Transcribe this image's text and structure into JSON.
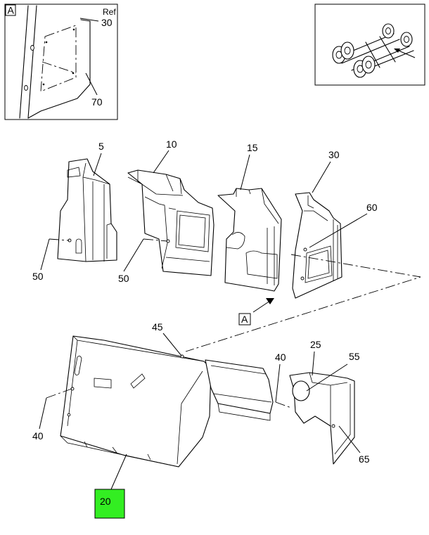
{
  "detail_view": {
    "letter": "A",
    "ref_label": "Ref",
    "callouts": {
      "ref_30": "30",
      "c70": "70"
    }
  },
  "section_marker": {
    "letter": "A"
  },
  "callouts": {
    "c5": "5",
    "c10": "10",
    "c15": "15",
    "c30": "30",
    "c60": "60",
    "c50a": "50",
    "c50b": "50",
    "c45": "45",
    "c40a": "40",
    "c40b": "40",
    "c25": "25",
    "c55": "55",
    "c65": "65"
  },
  "highlighted_part": {
    "label": "20",
    "color": "#33ee22"
  },
  "colors": {
    "line": "#000000",
    "background": "#ffffff",
    "highlight": "#33ee22"
  }
}
